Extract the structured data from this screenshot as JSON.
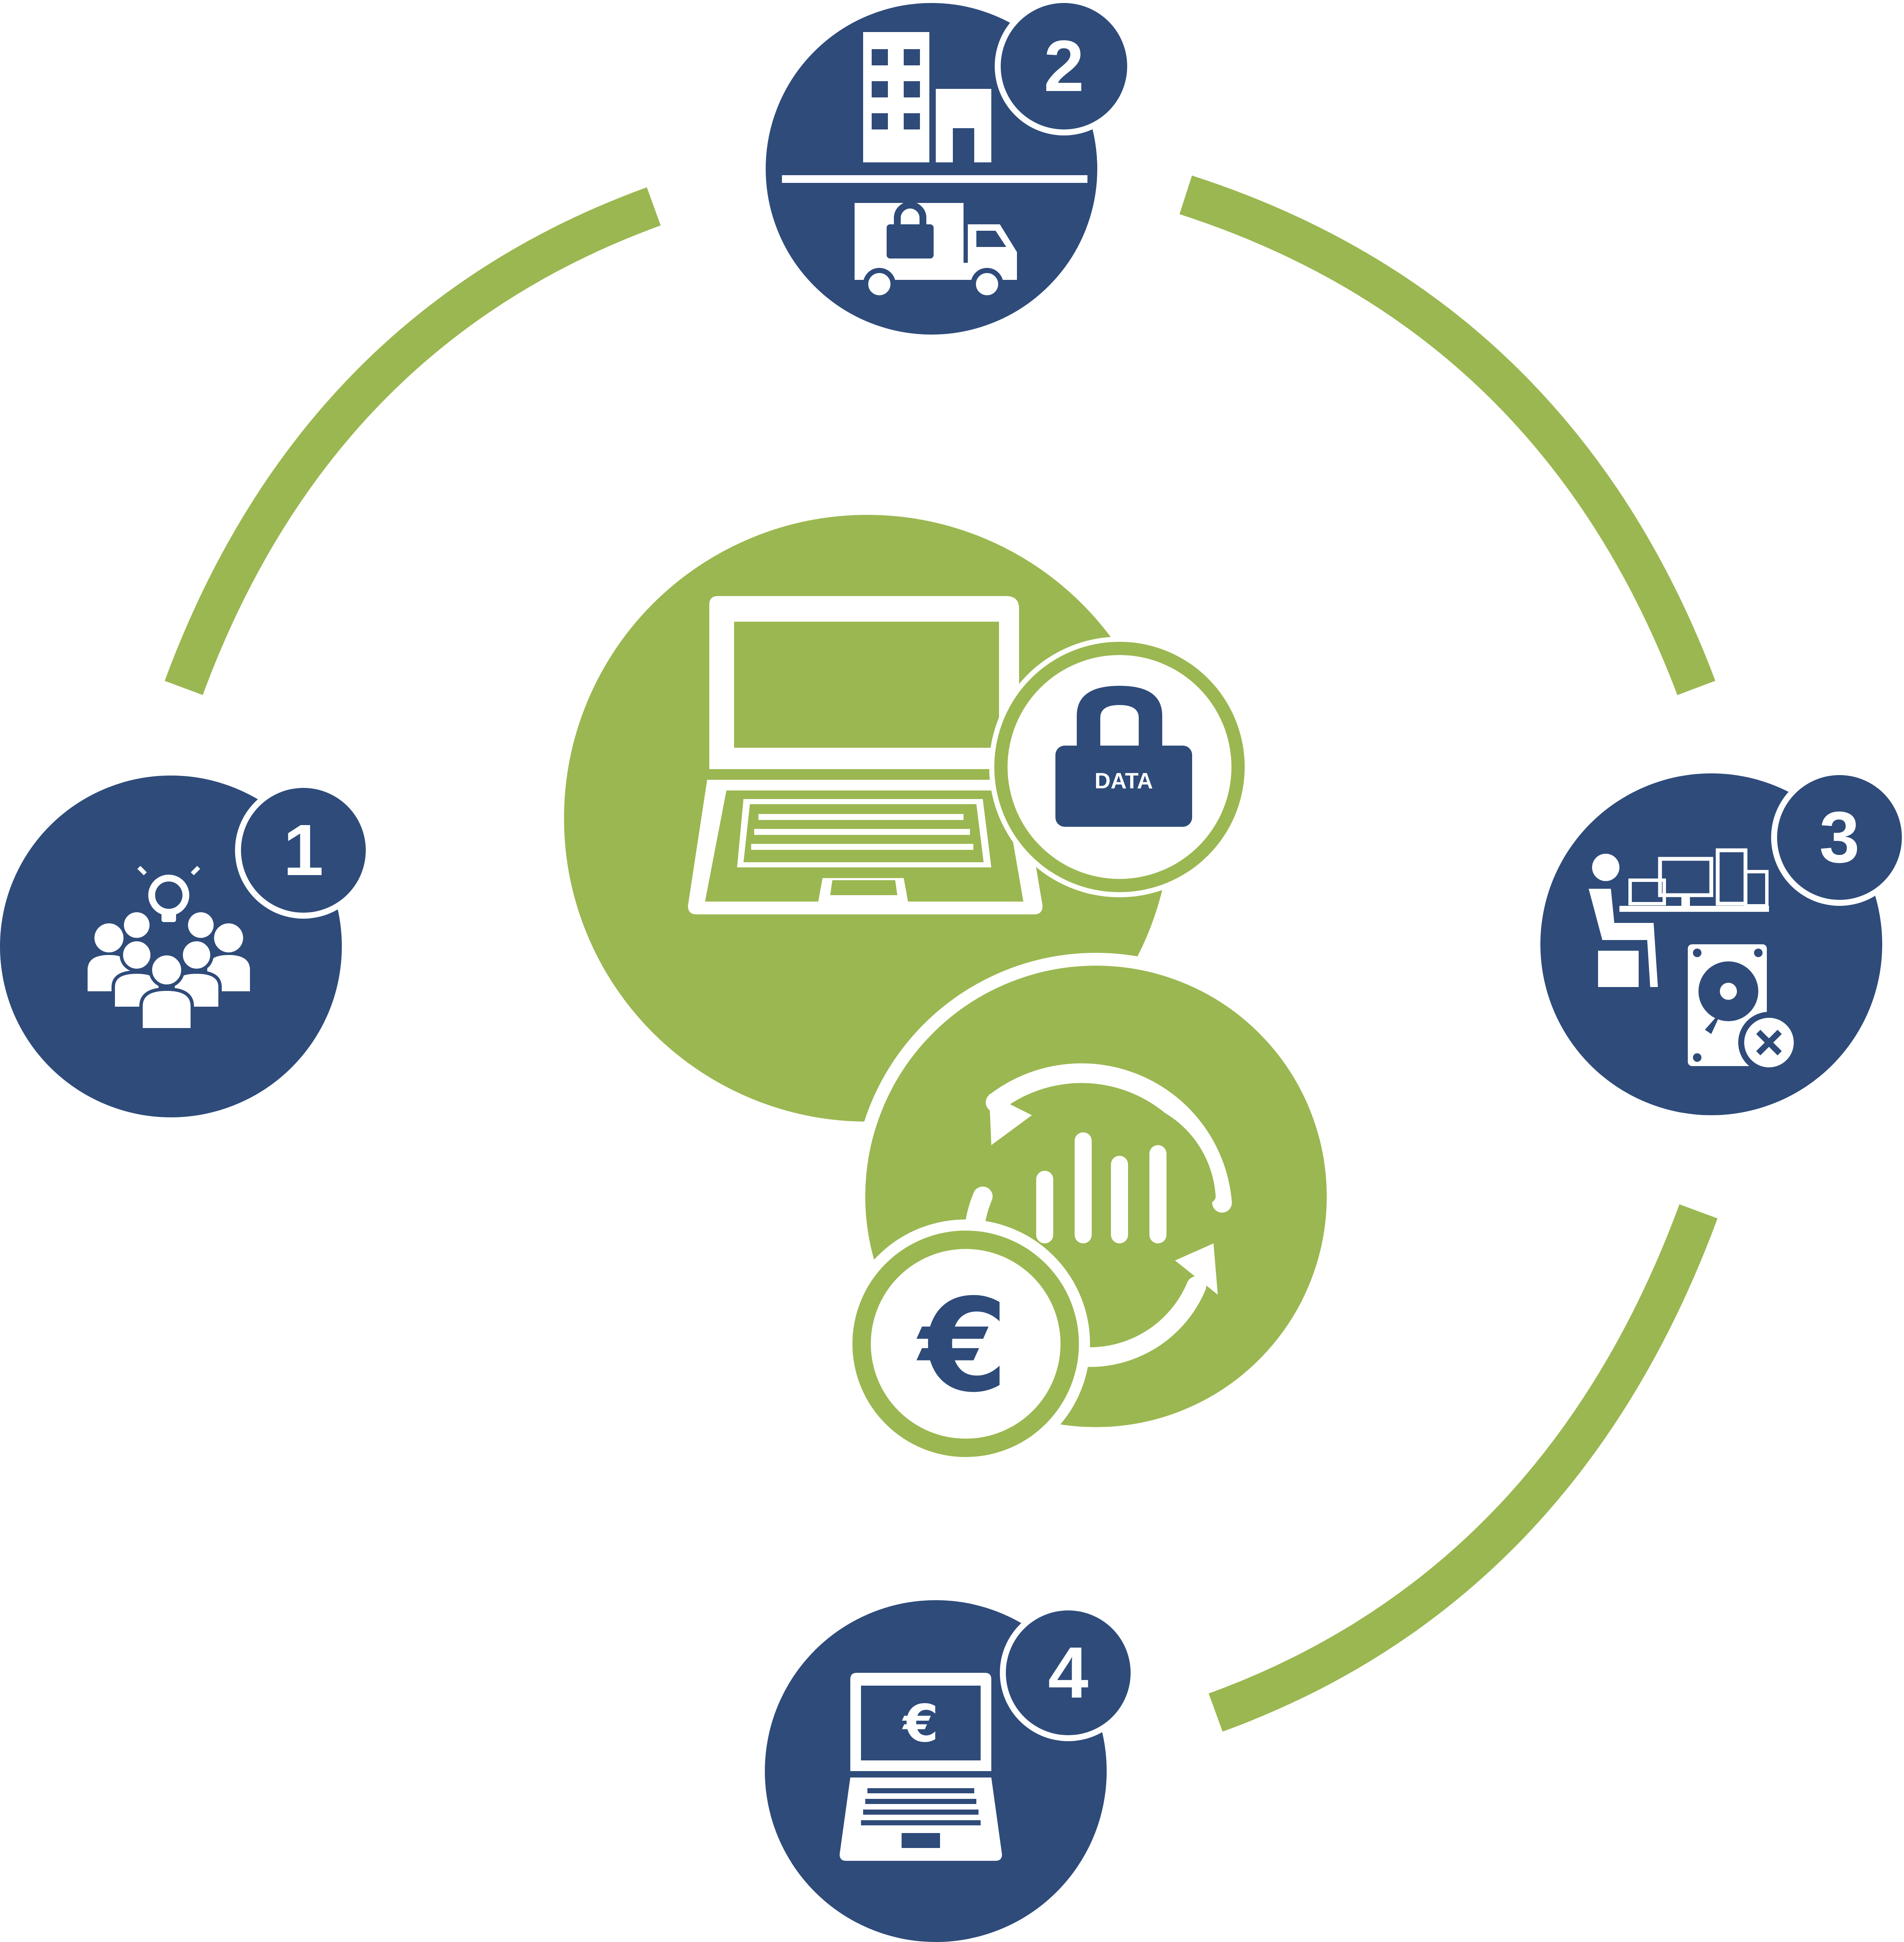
{
  "colors": {
    "navy": "#2e4b7a",
    "green": "#9bb751",
    "white": "#ffffff"
  },
  "steps": [
    {
      "number": "1",
      "icon": "group-idea-icon"
    },
    {
      "number": "2",
      "icon": "building-truck-lock-icon"
    },
    {
      "number": "3",
      "icon": "workstation-hard-drive-icon"
    },
    {
      "number": "4",
      "icon": "laptop-euro-icon"
    }
  ],
  "center": {
    "lock_label": "DATA",
    "currency_symbol": "€",
    "icons": [
      "laptop-icon",
      "data-lock-icon",
      "recycle-chart-icon",
      "euro-icon"
    ]
  }
}
